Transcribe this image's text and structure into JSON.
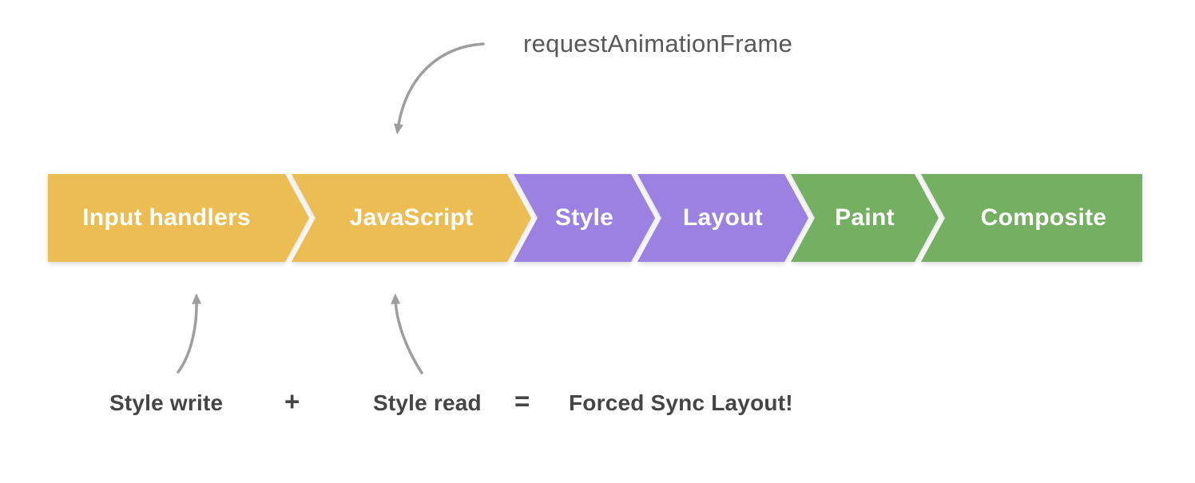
{
  "pipeline": {
    "segments": [
      {
        "label": "Input handlers",
        "color": "#EBBD52"
      },
      {
        "label": "JavaScript",
        "color": "#EBBD52"
      },
      {
        "label": "Style",
        "color": "#9A81E2"
      },
      {
        "label": "Layout",
        "color": "#9A81E2"
      },
      {
        "label": "Paint",
        "color": "#74AF62"
      },
      {
        "label": "Composite",
        "color": "#74AF62"
      }
    ]
  },
  "annotations": {
    "raf_label": "requestAnimationFrame",
    "style_write": "Style write",
    "plus": "+",
    "style_read": "Style read",
    "equals": "=",
    "result": "Forced Sync Layout!"
  },
  "colors": {
    "arrow": "#9E9E9E",
    "segment_text": "#FFFFFF",
    "annotation_text": "#454547",
    "raf_text": "#58585A"
  }
}
